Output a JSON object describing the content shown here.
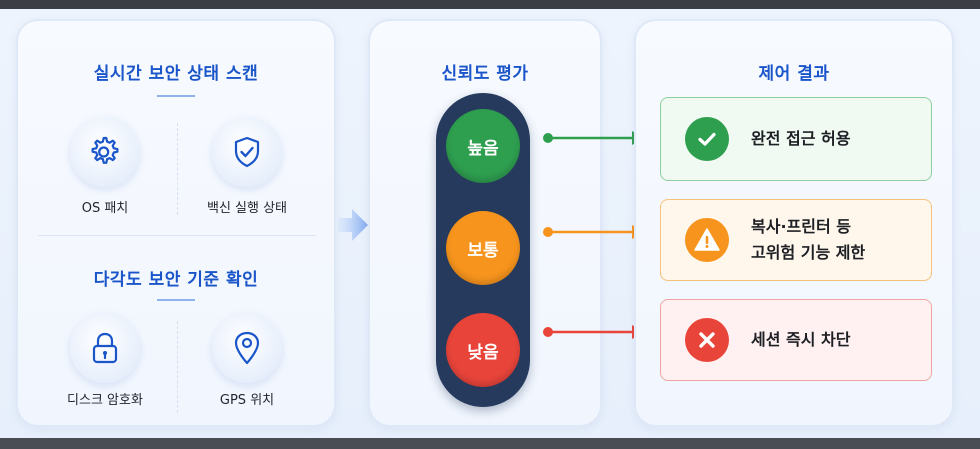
{
  "left_panel": {
    "scan_title": "실시간 보안 상태 스캔",
    "scan_items": [
      {
        "label": "OS 패치",
        "icon": "gear-icon"
      },
      {
        "label": "백신 실행 상태",
        "icon": "shield-check-icon"
      }
    ],
    "check_title": "다각도 보안 기준 확인",
    "check_items": [
      {
        "label": "디스크 암호화",
        "icon": "lock-icon"
      },
      {
        "label": "GPS 위치",
        "icon": "location-pin-icon"
      }
    ]
  },
  "middle_panel": {
    "title": "신뢰도 평가",
    "levels": [
      {
        "label": "높음",
        "color": "#2e9e4f"
      },
      {
        "label": "보통",
        "color": "#f7941d"
      },
      {
        "label": "낮음",
        "color": "#e8443a"
      }
    ]
  },
  "right_panel": {
    "title": "제어 결과",
    "results": [
      {
        "text": "완전 접근 허용",
        "icon": "check-icon",
        "color": "#2e9e4f"
      },
      {
        "text_line1": "복사·프린터 등",
        "text_line2": "고위험 기능 제한",
        "icon": "warning-icon",
        "color": "#f7941d"
      },
      {
        "text": "세션 즉시 차단",
        "icon": "close-icon",
        "color": "#e8443a"
      }
    ]
  },
  "colors": {
    "accent_blue": "#1a56c9",
    "traffic_body": "#253a5c"
  }
}
